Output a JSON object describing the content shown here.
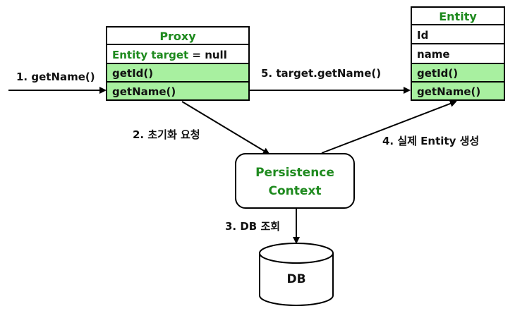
{
  "colors": {
    "title_green": "#1e8a1e",
    "method_fill": "#a8f0a0",
    "stroke": "#000000"
  },
  "proxy": {
    "title": "Proxy",
    "field_green": "Entity target",
    "field_rest": " = null",
    "methods": [
      "getId()",
      "getName()"
    ]
  },
  "entity": {
    "title": "Entity",
    "fields": [
      "Id",
      "name"
    ],
    "methods": [
      "getId()",
      "getName()"
    ]
  },
  "persistence": {
    "line1": "Persistence",
    "line2": "Context"
  },
  "db": {
    "label": "DB"
  },
  "steps": {
    "s1": "1. getName()",
    "s2": "2. 초기화 요청",
    "s3": "3. DB 조회",
    "s4": "4. 실제 Entity 생성",
    "s5": "5. target.getName()"
  }
}
